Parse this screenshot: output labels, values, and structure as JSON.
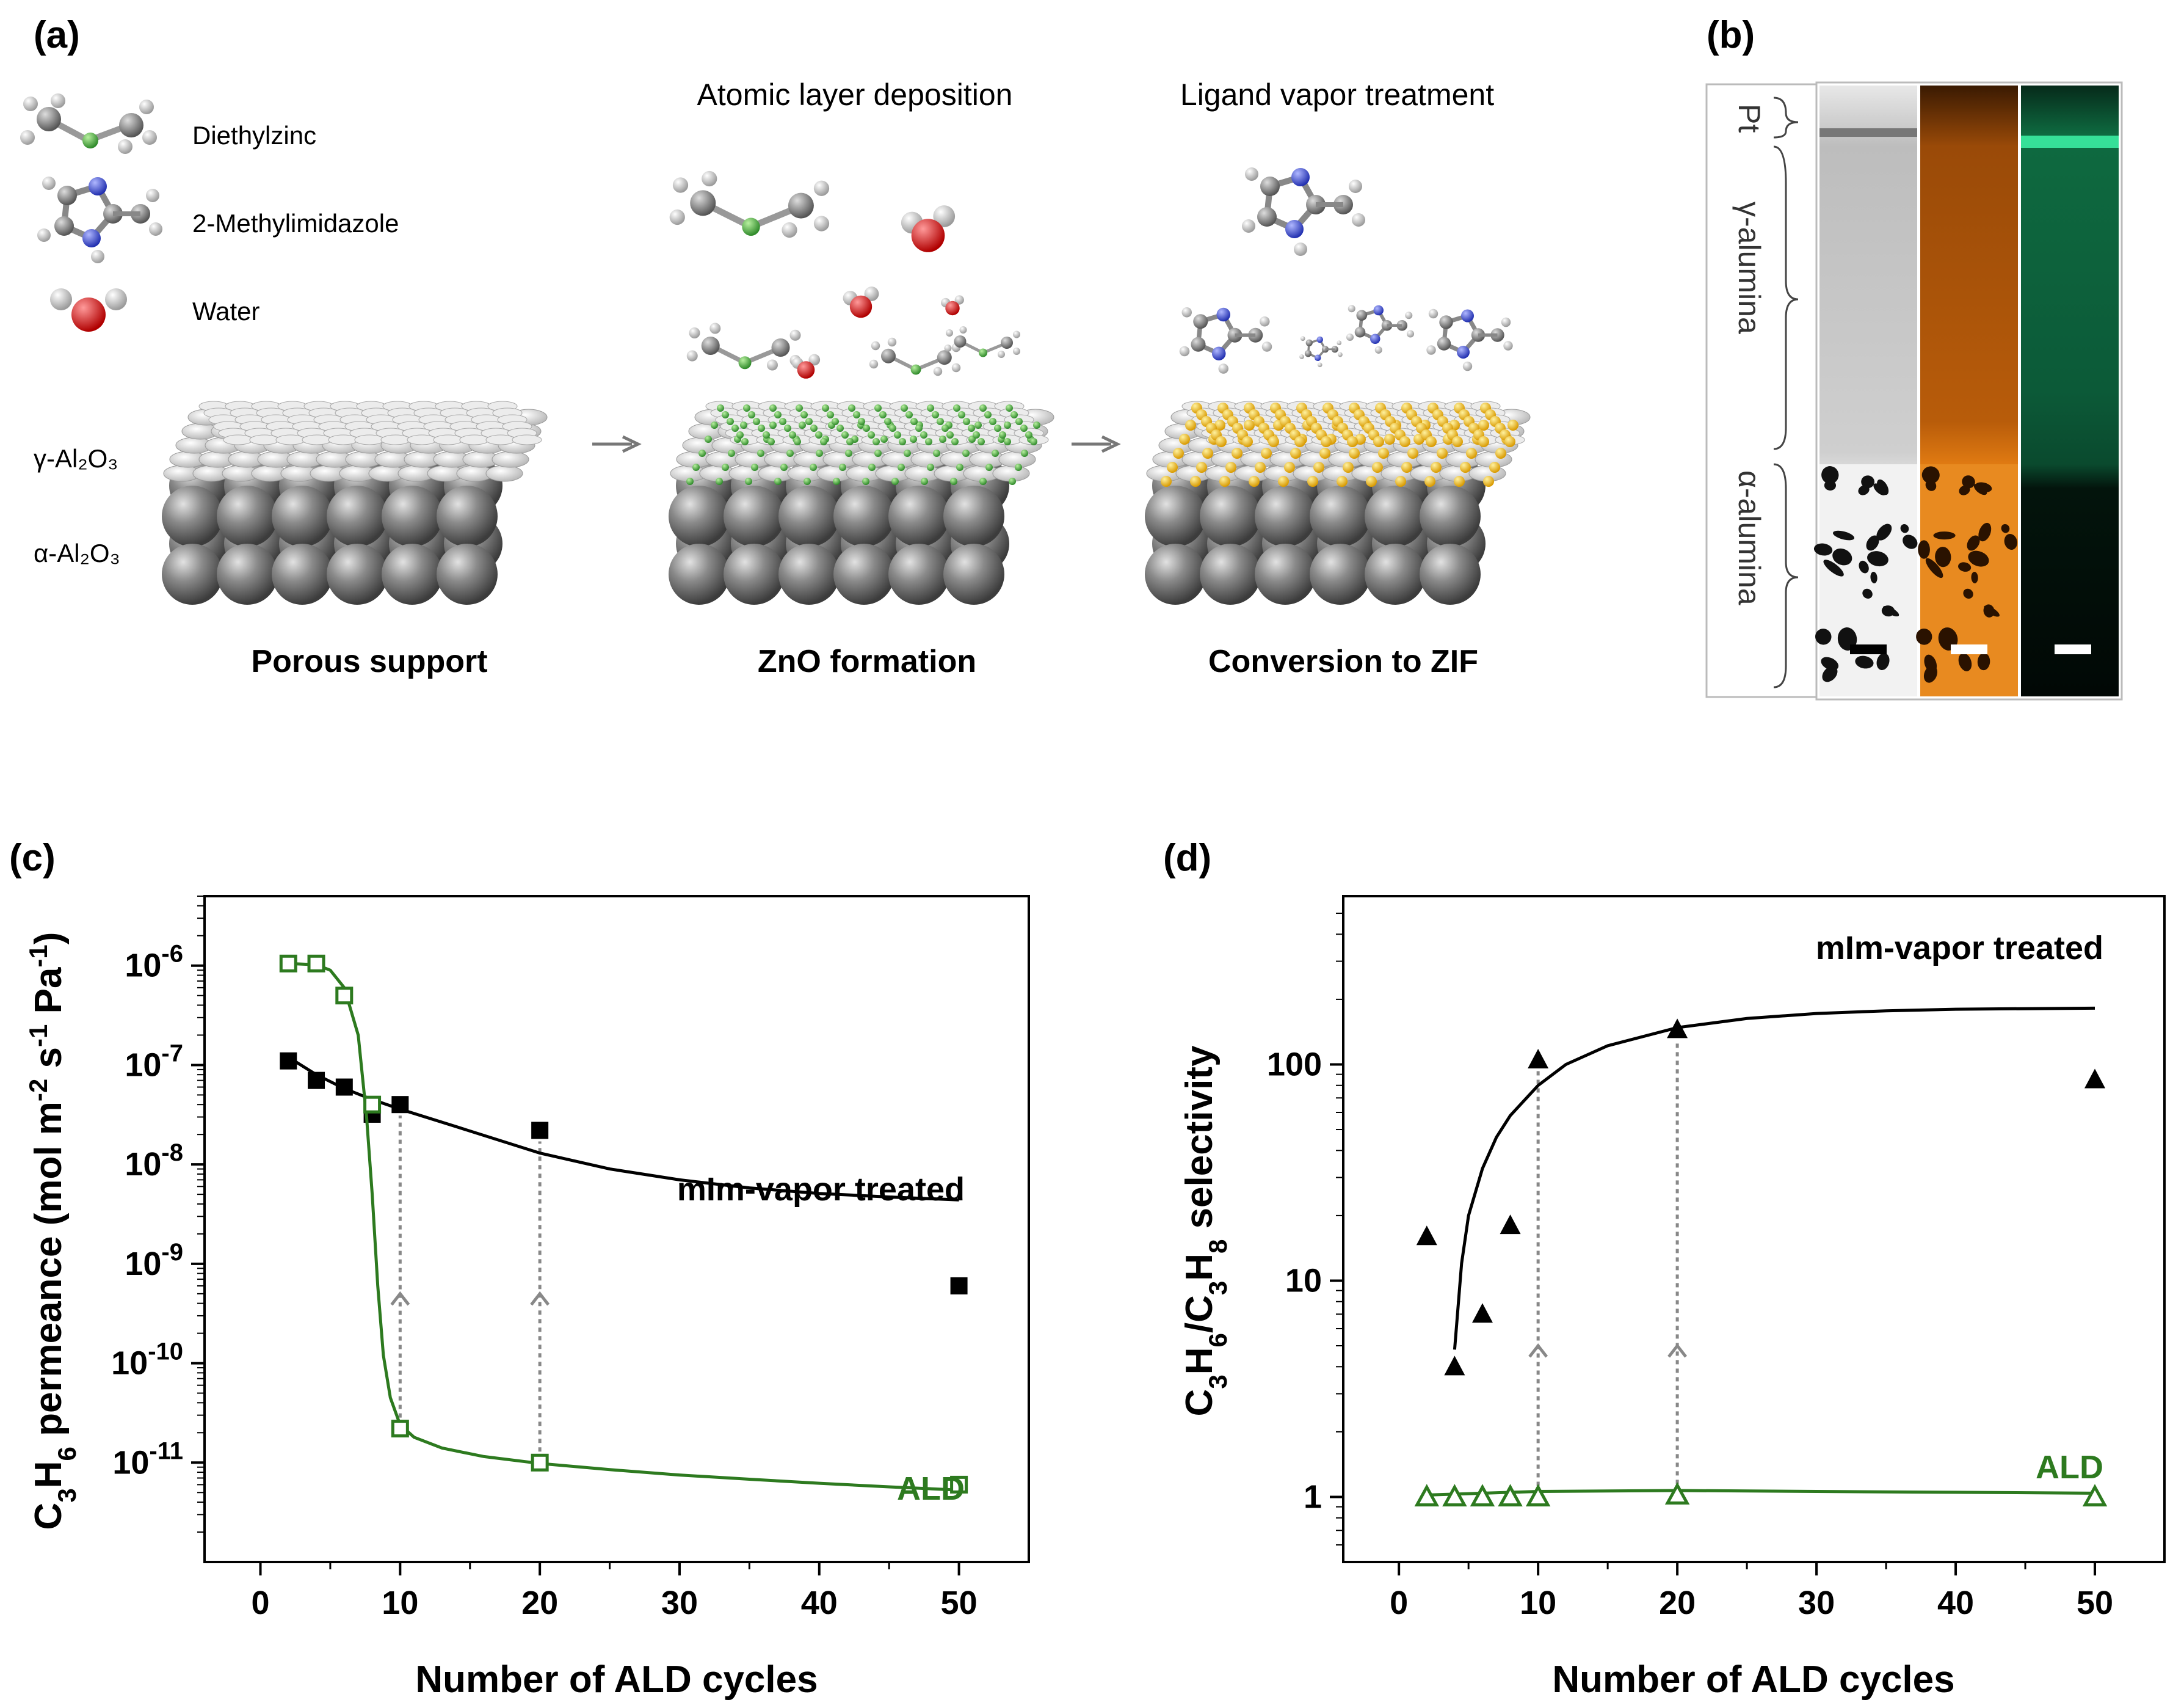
{
  "panel_a": {
    "label": "(a)",
    "legend": [
      {
        "name": "Diethylzinc",
        "icon": "diethylzinc-molecule-icon"
      },
      {
        "name": "2-Methylimidazole",
        "icon": "methylimidazole-molecule-icon"
      },
      {
        "name": "Water",
        "icon": "water-molecule-icon"
      }
    ],
    "layer_labels": {
      "gamma": "γ-Al₂O₃",
      "alpha": "α-Al₂O₃"
    },
    "headers": {
      "ald": "Atomic layer deposition",
      "ligand": "Ligand vapor treatment"
    },
    "captions": [
      "Porous support",
      "ZnO formation",
      "Conversion to ZIF"
    ],
    "colors": {
      "ball": "#7a7a7a",
      "disc": "#d9d9d9",
      "zn": "#8fc35a",
      "zif": "#f0b81c"
    }
  },
  "panel_b": {
    "label": "(b)",
    "layers": [
      "Pt",
      "γ-alumina",
      "α-alumina"
    ],
    "colors": {
      "orange": "#e07a12",
      "green": "#18b070"
    }
  },
  "panel_c": {
    "label": "(c)"
  },
  "panel_d": {
    "label": "(d)"
  },
  "chart_data": [
    {
      "type": "scatter",
      "panel": "c",
      "xlabel": "Number of ALD cycles",
      "ylabel": "C3H6 permeance (mol m-2 s-1 Pa-1)",
      "y_scale": "log",
      "xlim": [
        -4,
        55
      ],
      "ylim": [
        1e-12,
        5e-06
      ],
      "x_ticks": [
        0,
        10,
        20,
        30,
        40,
        50
      ],
      "y_ticks": [
        {
          "value": 1e-06,
          "label": "-6"
        },
        {
          "value": 1e-07,
          "label": "-7"
        },
        {
          "value": 1e-08,
          "label": "-8"
        },
        {
          "value": 1e-09,
          "label": "-9"
        },
        {
          "value": 1e-10,
          "label": "-10"
        },
        {
          "value": 1e-11,
          "label": "-11"
        }
      ],
      "series": [
        {
          "name": "mIm-vapor treated",
          "color": "#000000",
          "marker": "filled-square",
          "points": [
            [
              2,
              1.1e-07
            ],
            [
              4,
              7e-08
            ],
            [
              6,
              6e-08
            ],
            [
              8,
              3.2e-08
            ],
            [
              10,
              4e-08
            ],
            [
              20,
              2.2e-08
            ],
            [
              50,
              6e-10
            ]
          ],
          "fit": [
            [
              2,
              1.2e-07
            ],
            [
              4,
              8e-08
            ],
            [
              6,
              5.8e-08
            ],
            [
              8,
              4.5e-08
            ],
            [
              10,
              3.6e-08
            ],
            [
              14,
              2.4e-08
            ],
            [
              20,
              1.3e-08
            ],
            [
              25,
              9e-09
            ],
            [
              30,
              7e-09
            ],
            [
              35,
              5.8e-09
            ],
            [
              40,
              5.1e-09
            ],
            [
              45,
              4.7e-09
            ],
            [
              50,
              4.4e-09
            ]
          ]
        },
        {
          "name": "ALD",
          "color": "#2d7a1f",
          "marker": "open-square",
          "points": [
            [
              2,
              1.05e-06
            ],
            [
              4,
              1.05e-06
            ],
            [
              6,
              5e-07
            ],
            [
              8,
              4e-08
            ],
            [
              10,
              2.2e-11
            ],
            [
              20,
              1e-11
            ],
            [
              50,
              6e-12
            ]
          ],
          "fit": [
            [
              2,
              1.05e-06
            ],
            [
              4,
              1.02e-06
            ],
            [
              5,
              9e-07
            ],
            [
              6,
              6e-07
            ],
            [
              7,
              2e-07
            ],
            [
              7.6,
              3e-08
            ],
            [
              8,
              5e-09
            ],
            [
              8.4,
              6e-10
            ],
            [
              8.8,
              1.2e-10
            ],
            [
              9.3,
              4.5e-11
            ],
            [
              10,
              2.4e-11
            ],
            [
              11,
              1.8e-11
            ],
            [
              13,
              1.4e-11
            ],
            [
              16,
              1.15e-11
            ],
            [
              20,
              9.8e-12
            ],
            [
              25,
              8.5e-12
            ],
            [
              30,
              7.5e-12
            ],
            [
              35,
              6.8e-12
            ],
            [
              40,
              6.2e-12
            ],
            [
              45,
              5.7e-12
            ],
            [
              50,
              5.3e-12
            ]
          ]
        }
      ],
      "arrows": [
        {
          "x": 10,
          "from": 2.2e-11,
          "to": 4e-08
        },
        {
          "x": 20,
          "from": 1e-11,
          "to": 2.2e-08
        }
      ]
    },
    {
      "type": "scatter",
      "panel": "d",
      "xlabel": "Number of ALD cycles",
      "ylabel": "C3H6/C3H8 selectivity",
      "y_scale": "log",
      "xlim": [
        -4,
        55
      ],
      "ylim": [
        0.5,
        600
      ],
      "x_ticks": [
        0,
        10,
        20,
        30,
        40,
        50
      ],
      "y_ticks": [
        {
          "value": 1,
          "label": "1"
        },
        {
          "value": 10,
          "label": "10"
        },
        {
          "value": 100,
          "label": "100"
        }
      ],
      "series": [
        {
          "name": "mIm-vapor treated",
          "color": "#000000",
          "marker": "filled-triangle",
          "points": [
            [
              2,
              16
            ],
            [
              4,
              4
            ],
            [
              6,
              7
            ],
            [
              8,
              18
            ],
            [
              10,
              105
            ],
            [
              20,
              145
            ],
            [
              50,
              85
            ]
          ],
          "fit": [
            [
              4,
              4.8
            ],
            [
              4.5,
              12
            ],
            [
              5,
              20
            ],
            [
              6,
              33
            ],
            [
              7,
              46
            ],
            [
              8,
              58
            ],
            [
              10,
              80
            ],
            [
              12,
              100
            ],
            [
              15,
              122
            ],
            [
              20,
              148
            ],
            [
              25,
              163
            ],
            [
              30,
              172
            ],
            [
              35,
              177
            ],
            [
              40,
              180
            ],
            [
              45,
              181
            ],
            [
              50,
              182
            ]
          ]
        },
        {
          "name": "ALD",
          "color": "#2d7a1f",
          "marker": "open-triangle",
          "points": [
            [
              2,
              1
            ],
            [
              4,
              1
            ],
            [
              6,
              1
            ],
            [
              8,
              1
            ],
            [
              10,
              1
            ],
            [
              20,
              1.02
            ],
            [
              50,
              1
            ]
          ],
          "fit": [
            [
              2,
              1.02
            ],
            [
              10,
              1.06
            ],
            [
              20,
              1.07
            ],
            [
              30,
              1.06
            ],
            [
              40,
              1.05
            ],
            [
              50,
              1.04
            ]
          ]
        }
      ],
      "arrows": [
        {
          "x": 10,
          "from": 1,
          "to": 105
        },
        {
          "x": 20,
          "from": 1.02,
          "to": 145
        }
      ]
    }
  ]
}
